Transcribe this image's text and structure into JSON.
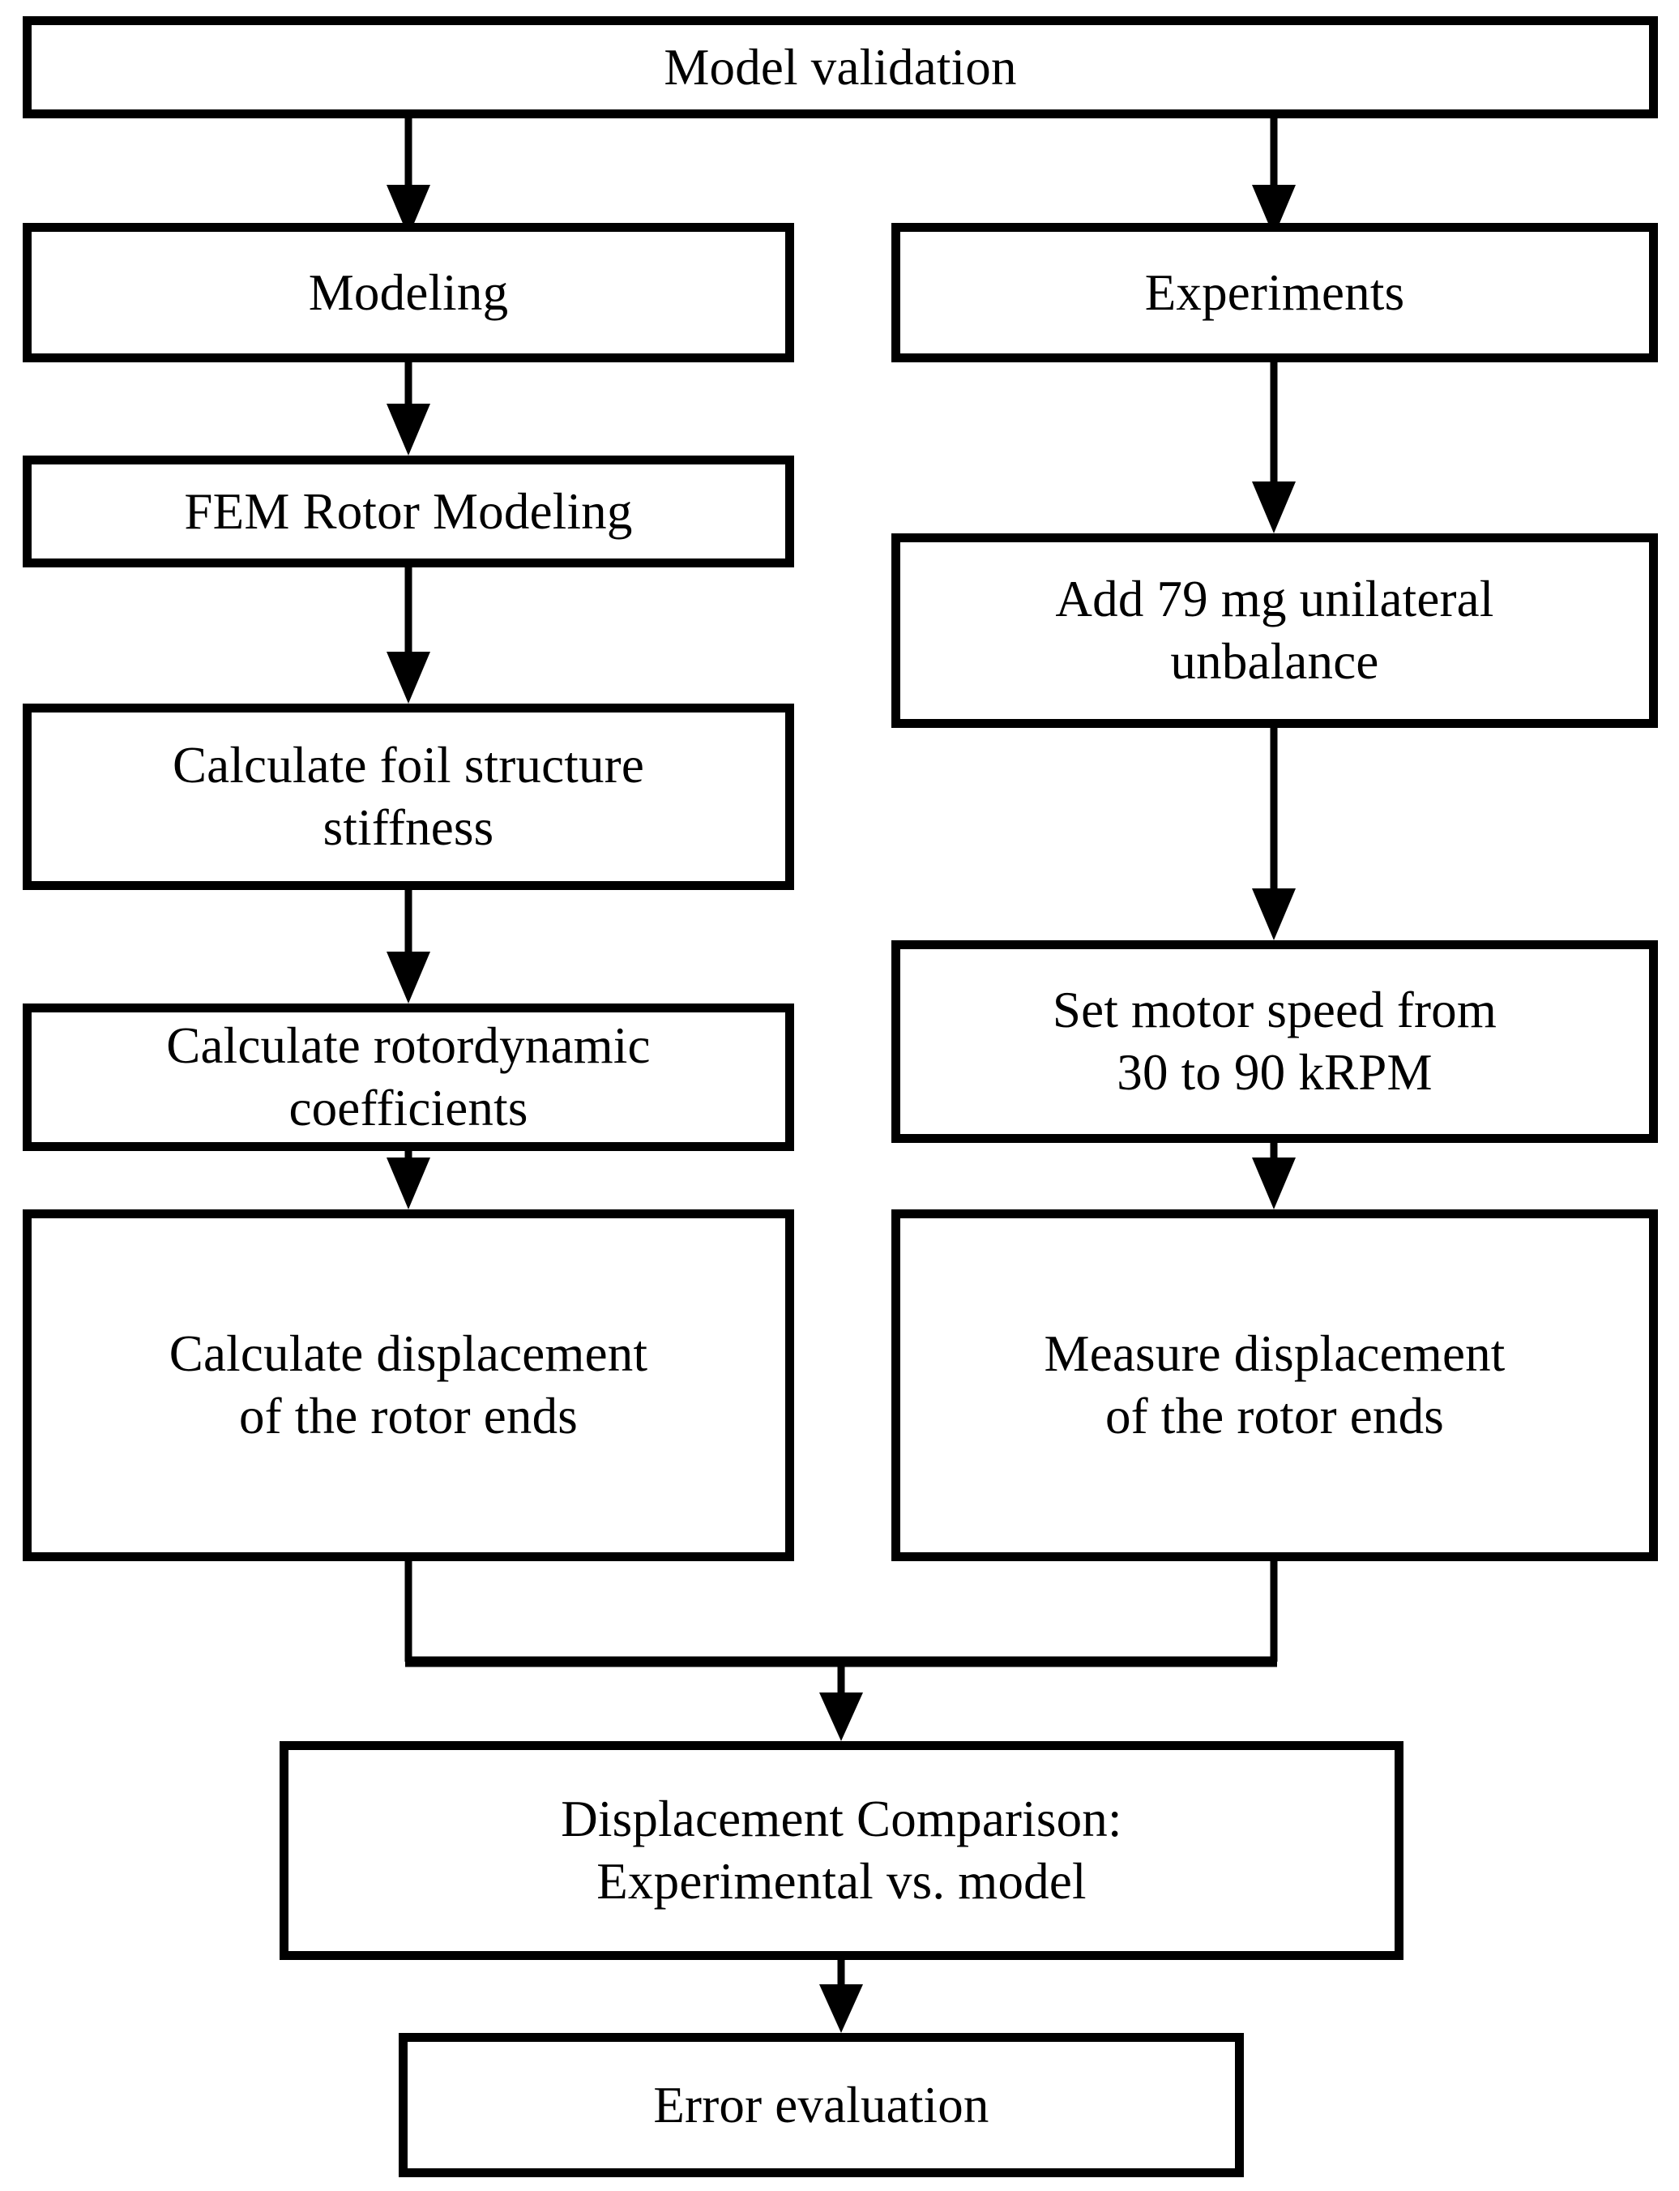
{
  "diagram": {
    "title": "Model validation flowchart",
    "type": "flowchart",
    "orientation": "top-down",
    "colors": {
      "background": "#ffffff",
      "box_fill": "#ffffff",
      "box_border": "#000000",
      "text": "#000000",
      "connector": "#000000"
    },
    "nodes": {
      "root": "Model validation",
      "modeling": "Modeling",
      "experiments": "Experiments",
      "fem_rotor_modeling": "FEM Rotor Modeling",
      "foil_stiffness": "Calculate foil structure\nstiffness",
      "rotordynamic_coefficients": "Calculate rotordynamic\ncoefficients",
      "calculate_displacement": "Calculate displacement\nof the rotor ends",
      "add_unbalance": "Add 79 mg unilateral\nunbalance",
      "set_motor_speed": "Set motor speed from\n30 to 90 kRPM",
      "measure_displacement": "Measure displacement\nof the rotor ends",
      "displacement_comparison": "Displacement Comparison:\nExperimental vs. model",
      "error_evaluation": "Error evaluation"
    },
    "edges": [
      {
        "from": "root",
        "to": "modeling"
      },
      {
        "from": "root",
        "to": "experiments"
      },
      {
        "from": "modeling",
        "to": "fem_rotor_modeling"
      },
      {
        "from": "fem_rotor_modeling",
        "to": "foil_stiffness"
      },
      {
        "from": "foil_stiffness",
        "to": "rotordynamic_coefficients"
      },
      {
        "from": "rotordynamic_coefficients",
        "to": "calculate_displacement"
      },
      {
        "from": "experiments",
        "to": "add_unbalance"
      },
      {
        "from": "add_unbalance",
        "to": "set_motor_speed"
      },
      {
        "from": "set_motor_speed",
        "to": "measure_displacement"
      },
      {
        "from": "calculate_displacement",
        "to": "displacement_comparison"
      },
      {
        "from": "measure_displacement",
        "to": "displacement_comparison"
      },
      {
        "from": "displacement_comparison",
        "to": "error_evaluation"
      }
    ]
  }
}
